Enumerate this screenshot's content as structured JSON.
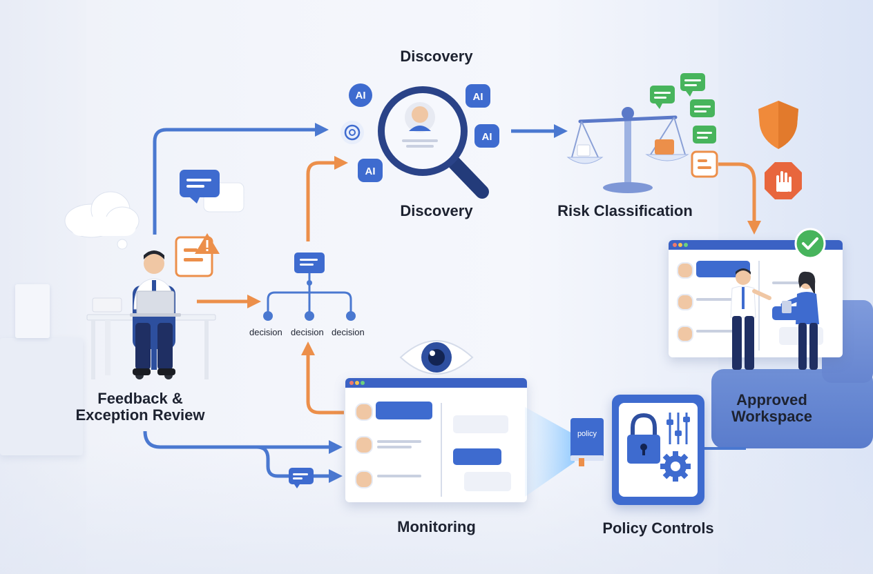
{
  "labels": {
    "discovery_top": "Discovery",
    "discovery": "Discovery",
    "risk_classification": "Risk Classification",
    "feedback_line1": "Feedback &",
    "feedback_line2": "Exception Review",
    "monitoring": "Monitoring",
    "policy_controls": "Policy Controls",
    "approved_line1": "Approved",
    "approved_line2": "Workspace"
  },
  "decision_tree": {
    "nodes": [
      "decision",
      "decision",
      "decision"
    ]
  },
  "ai_badges": [
    "AI",
    "AI",
    "AI",
    "AI"
  ],
  "policy_book": "policy",
  "colors": {
    "flow_blue": "#4a78d0",
    "flow_orange": "#ec8f4a",
    "accent_green": "#47b45c",
    "shield_orange": "#f08a3a",
    "stop_red": "#e8663d",
    "ui_blue": "#3b62c4"
  },
  "icons": [
    "cloud-icon",
    "chat-bubble-icon",
    "document-warning-icon",
    "decision-tree-icon",
    "magnifier-icon",
    "ai-chip-icon",
    "openai-logo-icon",
    "scale-icon",
    "shield-icon",
    "stop-hand-icon",
    "check-icon",
    "eye-icon",
    "lock-icon",
    "gear-icon",
    "sliders-icon",
    "book-icon",
    "avatar-icon"
  ]
}
